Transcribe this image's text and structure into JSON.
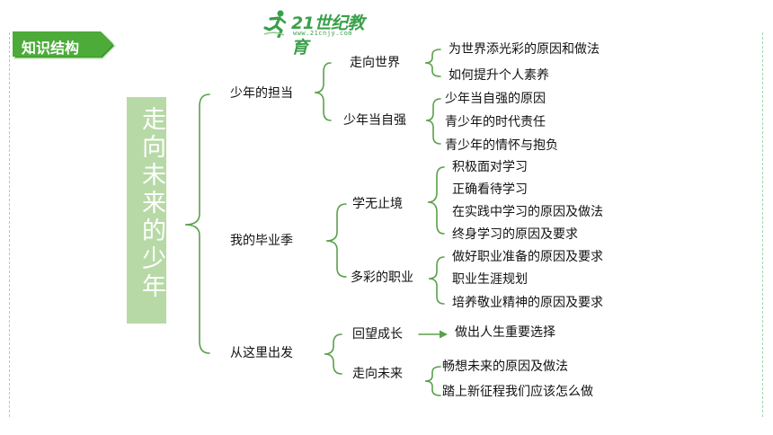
{
  "logo": {
    "brand": "21世纪教育",
    "url": "www.21cnjy.com",
    "icon": "runner-icon"
  },
  "section_tag": "知识结构",
  "title": "走向未来的少年",
  "level1": [
    {
      "label": "少年的担当"
    },
    {
      "label": "我的毕业季"
    },
    {
      "label": "从这里出发"
    }
  ],
  "level2": [
    {
      "label": "走向世界",
      "items": [
        "为世界添光彩的原因和做法",
        "如何提升个人素养"
      ]
    },
    {
      "label": "少年当自强",
      "items": [
        "少年当自强的原因",
        "青少年的时代责任",
        "青少年的情怀与抱负"
      ]
    },
    {
      "label": "学无止境",
      "items": [
        "积极面对学习",
        "正确看待学习",
        "在实践中学习的原因及做法",
        "终身学习的原因及要求"
      ]
    },
    {
      "label": "多彩的职业",
      "items": [
        "做好职业准备的原因及要求",
        "职业生涯规划",
        "培养敬业精神的原因及要求"
      ]
    },
    {
      "label": "回望成长",
      "items": [
        "做出人生重要选择"
      ]
    },
    {
      "label": "走向未来",
      "items": [
        "畅想未来的原因及做法",
        "踏上新征程我们应该怎么做"
      ]
    }
  ],
  "colors": {
    "accent": "#3aa04a",
    "title_bg": "#b7d9a6",
    "bracket": "#5aa04a"
  }
}
